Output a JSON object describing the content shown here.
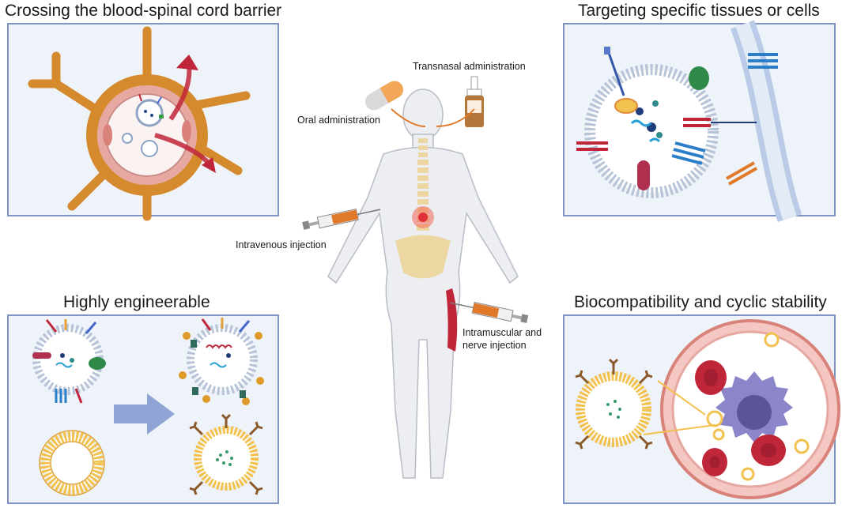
{
  "panels": {
    "bscb": {
      "title": "Crossing the blood-spinal cord barrier"
    },
    "targeting": {
      "title": "Targeting specific tissues or cells"
    },
    "engineerable": {
      "title": "Highly engineerable"
    },
    "biocompat": {
      "title": "Biocompatibility and cyclic stability"
    }
  },
  "routes": {
    "transnasal": "Transnasal administration",
    "oral": "Oral administration",
    "intravenous": "Intravenous injection",
    "intramuscular_line1": "Intramuscular and",
    "intramuscular_line2": "nerve injection"
  },
  "colors": {
    "panel_bg": "#eef2f9",
    "panel_border": "#7f93c4",
    "vessel_orange": "#d58a2e",
    "vesicle_yellow": "#f2c14e",
    "rbc_red": "#c0263a",
    "arrow_blue": "#8fa3d4",
    "macrophage_purple": "#8a86c9"
  },
  "icons": [
    "syringe-icon",
    "pill-capsule-icon",
    "nasal-spray-icon",
    "red-arrow-icon",
    "blue-arrow-icon"
  ]
}
